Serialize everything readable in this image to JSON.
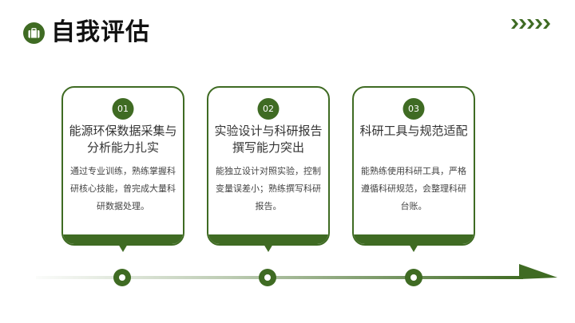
{
  "header": {
    "title": "自我评估",
    "icon": "briefcase-icon",
    "decoration": "chevrons-right-icon"
  },
  "colors": {
    "accent": "#3f6b23",
    "text": "#333333",
    "background": "#ffffff"
  },
  "cards": [
    {
      "number": "01",
      "heading": "能源环保数据采集与分析能力扎实",
      "body": "通过专业训练，熟练掌握科研核心技能，曾完成大量科研数据处理。"
    },
    {
      "number": "02",
      "heading": "实验设计与科研报告撰写能力突出",
      "body": "能独立设计对照实验，控制变量误差小；熟练撰写科研报告。"
    },
    {
      "number": "03",
      "heading": "科研工具与规范适配",
      "body": "能熟练使用科研工具，严格遵循科研规范，会整理科研台账。"
    }
  ]
}
